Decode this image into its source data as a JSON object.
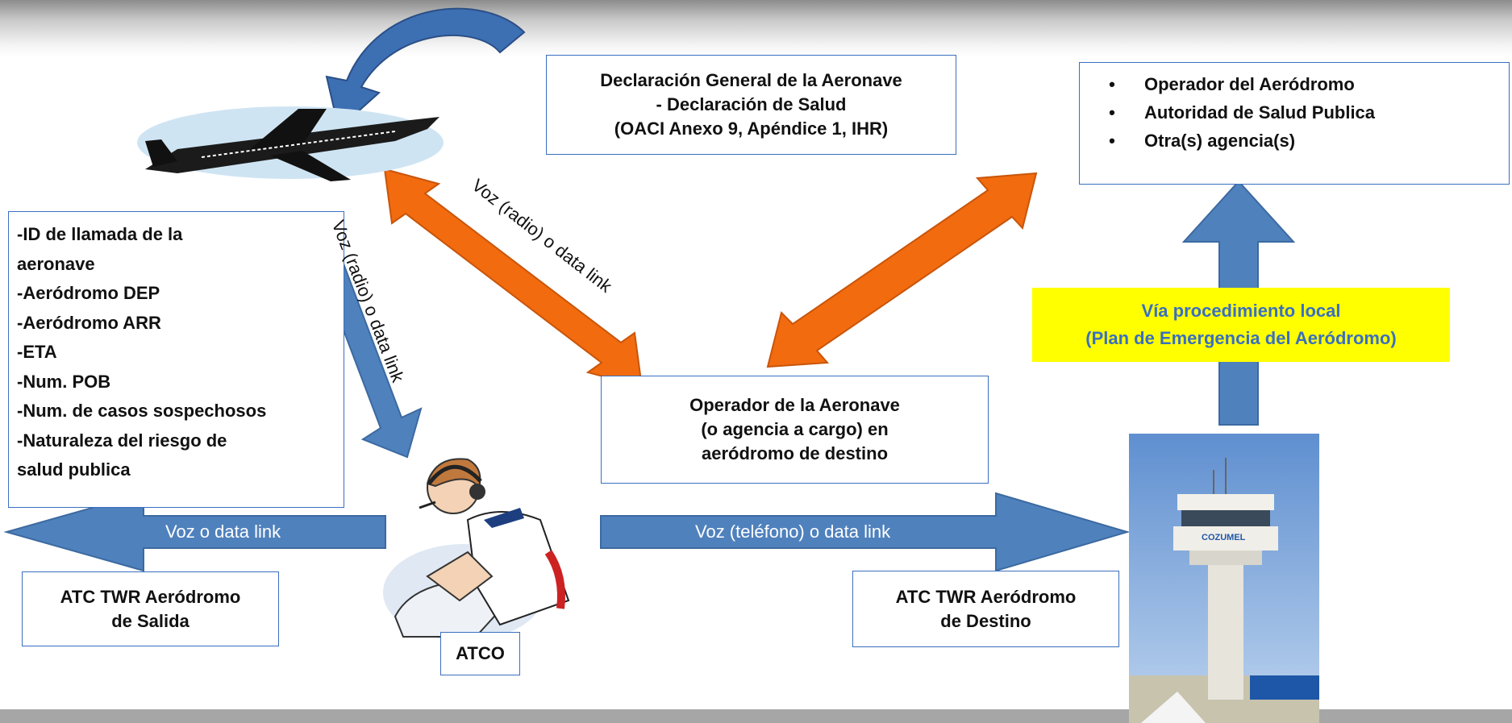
{
  "declaration": {
    "line1": "Declaración General de la Aeronave",
    "line2": "- Declaración de Salud",
    "line3": "(OACI Anexo 9, Apéndice 1, IHR)"
  },
  "agencies": [
    "Operador del Aeródromo",
    "Autoridad de Salud Publica",
    "Otra(s) agencia(s)"
  ],
  "call_info": [
    "-ID de llamada de la",
    "aeronave",
    "-Aeródromo DEP",
    "-Aeródromo ARR",
    "-ETA",
    "-Num. POB",
    "-Num. de casos sospechosos",
    "-Naturaleza del riesgo de",
    "salud publica"
  ],
  "local_procedure": {
    "line1": "Vía procedimiento local",
    "line2": "(Plan de Emergencia del Aeródromo)"
  },
  "operator": {
    "line1": "Operador de la Aeronave",
    "line2": "(o agencia a cargo) en",
    "line3": "aeródromo de destino"
  },
  "departure_twr": {
    "line1": "ATC TWR Aeródromo",
    "line2": "de Salida"
  },
  "destination_twr": {
    "line1": "ATC TWR Aeródromo",
    "line2": "de Destino"
  },
  "atco_label": "ATCO",
  "arrow_labels": {
    "left": "Voz o data link",
    "right": "Voz (teléfono) o data link",
    "diag_center": "Voz (radio) o data link",
    "diag_left": "Voz (radio) o data link"
  },
  "tower_sign": "COZUMEL",
  "colors": {
    "accent_blue": "#4f81bd",
    "orange": "#f26b0f",
    "highlight": "#ffff00",
    "border": "#3a6fc0"
  }
}
